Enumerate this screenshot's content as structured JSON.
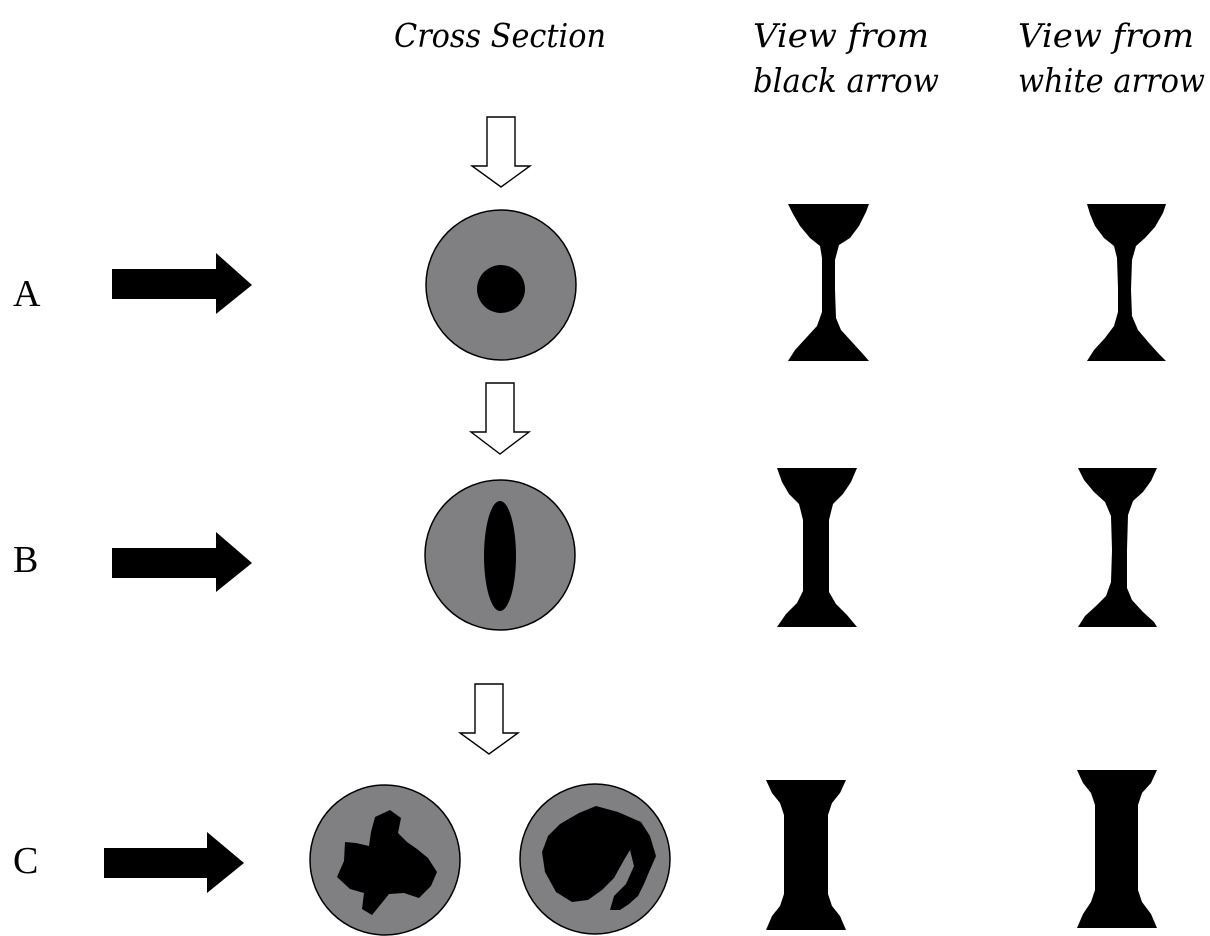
{
  "headers": {
    "cross_section": "Cross Section",
    "view_black_line1": "View   from",
    "view_black_line2": "black arrow",
    "view_white_line1": "View   from",
    "view_white_line2": "white arrow"
  },
  "rows": [
    {
      "label": "A"
    },
    {
      "label": "B"
    },
    {
      "label": "C"
    }
  ],
  "colors": {
    "disc_fill": "#808083",
    "core": "#000000",
    "arrow_black": "#000000",
    "arrow_white": "#ffffff",
    "background": "#ffffff"
  }
}
